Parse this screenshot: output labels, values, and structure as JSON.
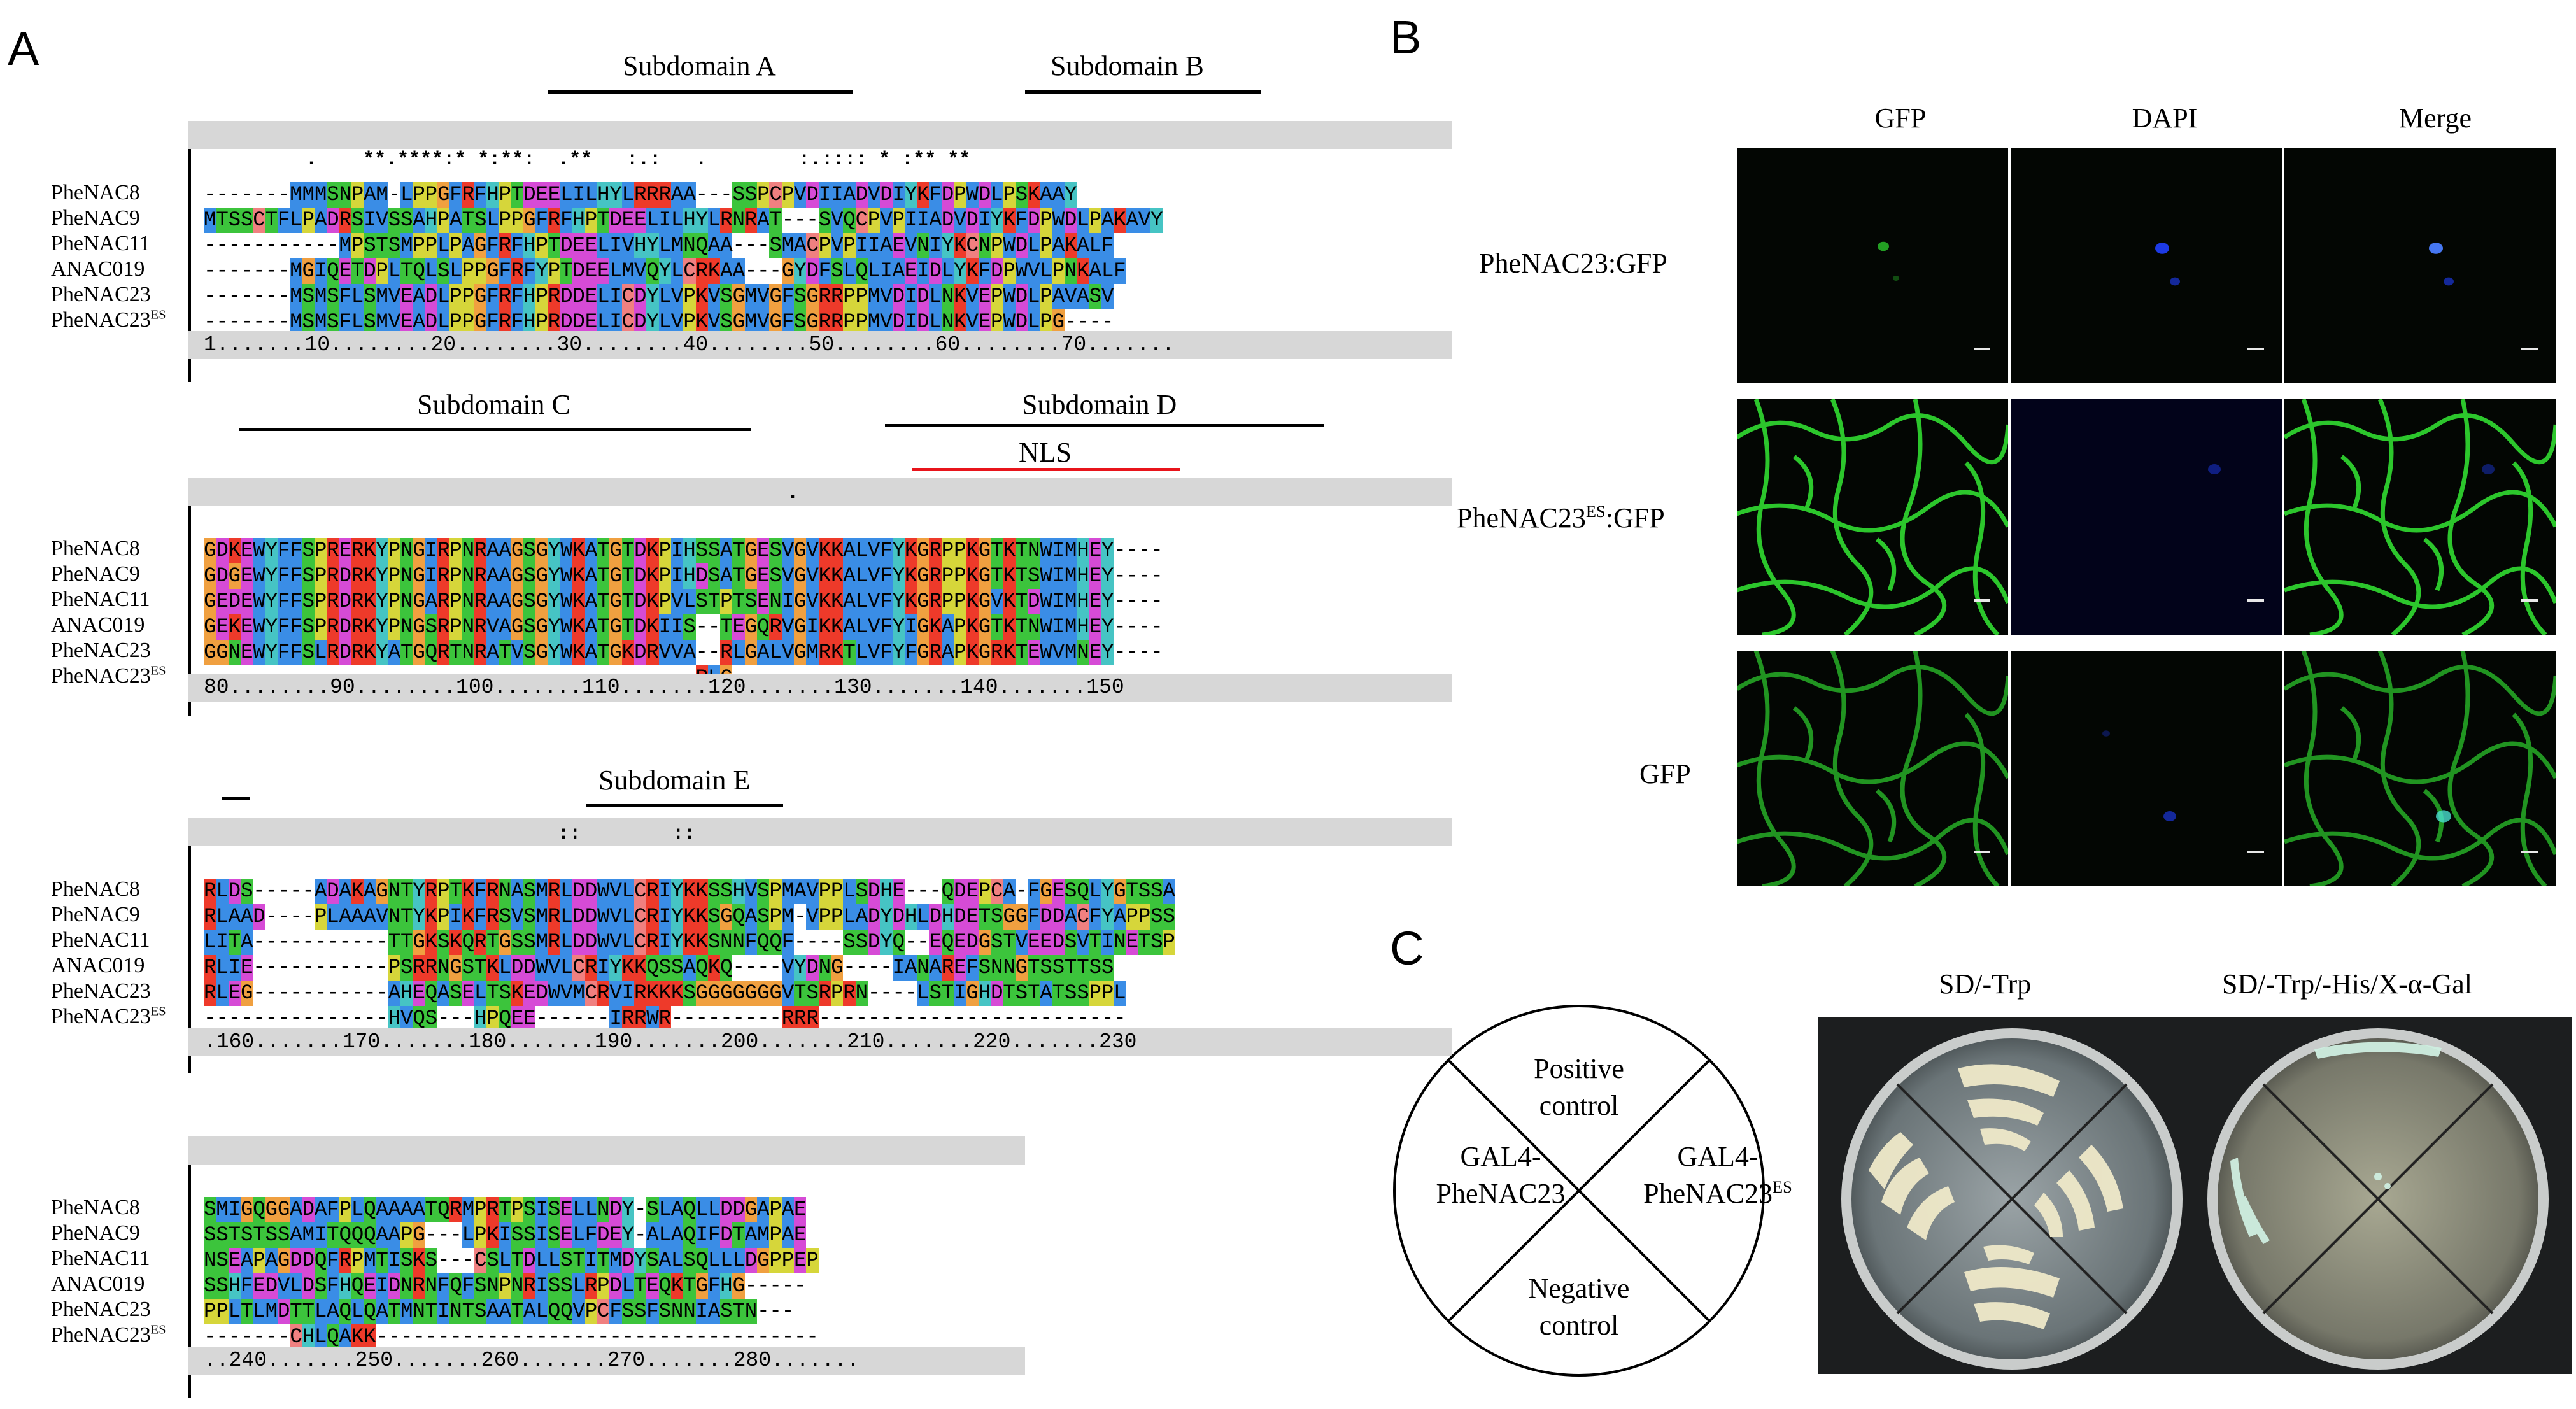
{
  "panels": {
    "a": "A",
    "b": "B",
    "c": "C"
  },
  "subdomains": {
    "a": "Subdomain A",
    "b": "Subdomain B",
    "c": "Subdomain C",
    "d": "Subdomain D",
    "nls": "NLS",
    "e": "Subdomain E"
  },
  "alignment": {
    "names": [
      "PheNAC8",
      "PheNAC9",
      "PheNAC11",
      "ANAC019",
      "PheNAC23",
      "PheNAC23"
    ],
    "es_superscript": "ES",
    "blocks": [
      {
        "consensus": "          .    **.****:* *:**:  .**   :.:   .        :.:::: * :** **",
        "ruler": "1.......10........20........30........40........50........60........70.......",
        "rows": [
          "-------MMMSNPAM-LPPGFRFHPTDEELILHYLRRRAA---SSPCPVDIIADVDIYKFDPWDLPSKAAY",
          "MTSSCTFLPADRSIVSSAHPATSLPPGFRFHPTDEELILHYLRNRAT---SVQCPVPIIADVDIYKFDPWDLPAKAVY",
          "-----------MPSTSMPPLPAGFRFHPTDEELIVHYLMNQAA---SMACPVPIIAEVNIYKCNPWDLPAKALF",
          "-------MGIQETDPLTQLSLPPGFRFYPTDEELMVQYLCRKAA---GYDFSLQLIAEIDLYKFDPWVLPNKALF",
          "-------MSMSFLSMVEADLPPGFRFHPRDDELICDYLVPKVSGMVGFSGRRPPMVDIDLNKVEPWDLPAVASV",
          "-------MSMSFLSMVEADLPPGFRFHPRDDELICDYLVPKVSGMVGFSGRRPPMVDIDLNKVEPWDLPG----"
        ]
      },
      {
        "consensus": "                                                    .",
        "ruler": "80........90........100.......110.......120.......130.......140.......150",
        "rows": [
          "GDKEWYFFSPRERKYPNGIRPNRAAGSGYWKATGTDKPIHSSATGESVGVKKALVFYKGRPPKGTKTNWIMHEY----",
          "GDGEWYFFSPRDRKYPNGIRPNRAAGSGYWKATGTDKPIHDSATGESVGVKKALVFYKGRPPKGTKTSWIMHEY----",
          "GEDEWYFFSPRDRKYPNGARPNRAAGSGYWKATGTDKPVLSTPTSENIGVKKALVFYKGRPPKGVKTDWIMHEY----",
          "GEKEWYFFSPRDRKYPNGSRPNRVAGSGYWKATGTDKIIS--TEGQRVGIKKALVFYIGKAPKGTKTNWIMHEY----",
          "GGNEWYFFSLRDRKYATGQRTNRATVSGYWKATGKDRVVA--RLGALVGMRKTLVFYFGRAPKGRKTEWVMNEY----",
          "----------------------------------------RLG-----------------------------------"
        ]
      },
      {
        "consensus": "                                ::        ::",
        "ruler": ".160.......170.......180.......190.......200.......210.......220.......230",
        "rows": [
          "RLDS-----ADAKAGNTYRPTKFRNASMRLDDWVLCRIYKKSSHVSPMAVPPLSDHE---QDEPCA-FGESQLYGTSSA",
          "RLAAD----PLAAAVNTYKPIKFRSVSMRLDDWVLCRIYKKSGQASPM-VPPLADYDHLDHDETSGGFDDACFYAPPSS",
          "LITA-----------TTGKSKQRTGSSMRLDDWVLCRIYKKSNNFQQF----SSDYQ--EQEDGSTVEEDSVTINETSP",
          "RLIE-----------PSRRNGSTKLDDWVLCRIYKKQSSAQKQ----VYDNG----IANAREFSNNGTSSTTSS",
          "RLEG-----------AHEQASELTSKEDWVMCRVIRKKKSGGGGGGGVTSRPRN----LSTIGHDTSTATSSPPL",
          "---------------HVQS---HPQEE------IRRWR---------RRR-------------------------"
        ]
      },
      {
        "consensus": "",
        "ruler": "..240.......250.......260.......270.......280.......",
        "rows": [
          "SMIGQGGADAFPLQAAAATQRMPRTPSISELLNDY-SLAQLLDDGAPAE",
          "SSTSTSSAMITQQQAAPG---LPKISSISELFDEY-ALAQIFDTAMPAE",
          "NSEAPAGDDQFRPMTISKS---CSLTDLLSTITMDYSALSQLLLDGPPEP",
          "SSHFEDVLDSFHQEIDNRNFQFSNPNRISSLRPDLTEQKTGFHG-----",
          "PPLTLMDTTLAQLQATMNTINTSAATALQQVPCFSSFSNNIASTN---",
          "-------CHLQAKK------------------------------------"
        ]
      }
    ]
  },
  "microscopy": {
    "columns": [
      "GFP",
      "DAPI",
      "Merge"
    ],
    "rows": [
      "PheNAC23:GFP",
      "PheNAC23",
      "GFP"
    ],
    "row2_superscript": "ES",
    "row2_suffix": ":GFP"
  },
  "plates": {
    "labels": [
      "SD/-Trp",
      "SD/-Trp/-His/X-α-Gal"
    ],
    "diagram": {
      "top": "Positive control",
      "left": "GAL4-PheNAC23",
      "right": "GAL4-PheNAC23",
      "right_superscript": "ES",
      "bottom": "Negative control"
    }
  },
  "colors": {
    "hydrophobic": "#3a8de6",
    "positive": "#ee3a2a",
    "negative": "#d64bd6",
    "polar": "#3cc43c",
    "glycine": "#f0a040",
    "proline": "#d6d63a",
    "aromatic": "#46c4c4",
    "cysteine": "#f08080",
    "bar_gray": "#d7d7d7",
    "nls_red": "#e8141b",
    "gfp_green": "#2fd12f",
    "dapi_blue": "#2040ff"
  }
}
